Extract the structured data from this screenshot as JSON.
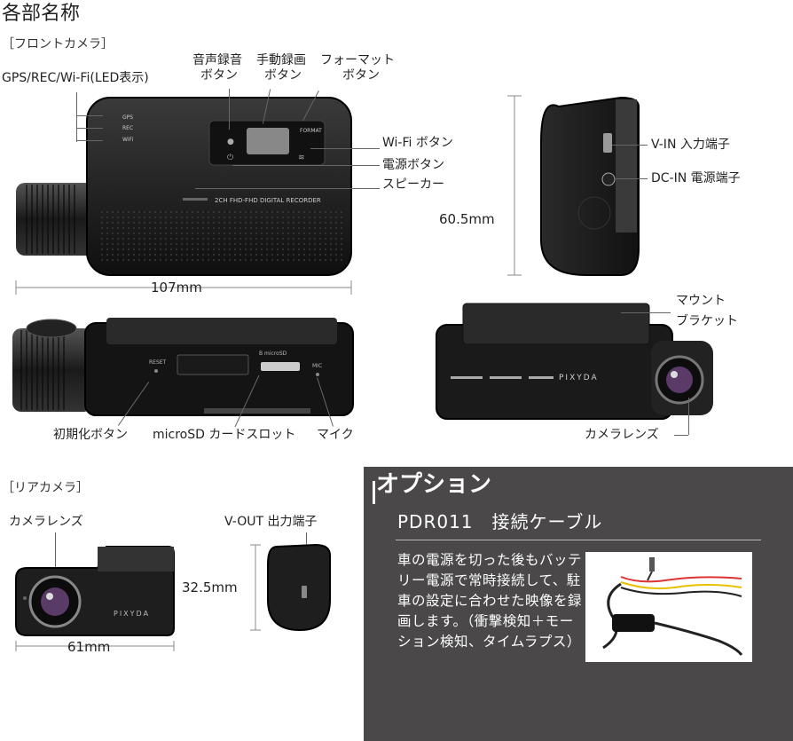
{
  "page": {
    "title": "各部名称",
    "front_section": "［フロントカメラ］",
    "rear_section": "［リアカメラ］"
  },
  "front": {
    "led_label": "GPS/REC/Wi-Fi(LED表示)",
    "led_marks": [
      "GPS",
      "REC",
      "WiFi"
    ],
    "voice_btn": [
      "音声録音",
      "ボタン"
    ],
    "manual_btn": [
      "手動録画",
      "ボタン"
    ],
    "format_btn": [
      "フォーマット",
      "ボタン"
    ],
    "format_print": "FORMAT",
    "wifi_btn": "Wi-Fi ボタン",
    "power_btn": "電源ボタン",
    "speaker": "スピーカー",
    "print_label": "2CH FHD-FHD DIGITAL RECORDER",
    "width": "107mm",
    "reset": "初期化ボタン",
    "reset_print": "RESET",
    "sd_slot": "microSD カードスロット",
    "sd_print": "B microSD",
    "mic": "マイク",
    "mic_print": "MIC",
    "vin": "V-IN 入力端子",
    "dcin": "DC-IN 電源端子",
    "height": "60.5mm",
    "mount": [
      "マウント",
      "ブラケット"
    ],
    "lens": "カメラレンズ",
    "brand": "PIXYDA"
  },
  "rear": {
    "lens": "カメラレンズ",
    "vout": "V-OUT 出力端子",
    "width": "61mm",
    "height": "32.5mm",
    "brand": "PIXYDA"
  },
  "option": {
    "title": "オプション",
    "product": "PDR011　接続ケーブル",
    "description": "車の電源を切った後もバッテリー電源で常時接続して、駐車の設定に合わせた映像を録画します。（衝撃検知＋モーション検知、タイムラプス）"
  },
  "colors": {
    "panel_bg": "#4a4848",
    "device_body": "#1e1e1e"
  }
}
